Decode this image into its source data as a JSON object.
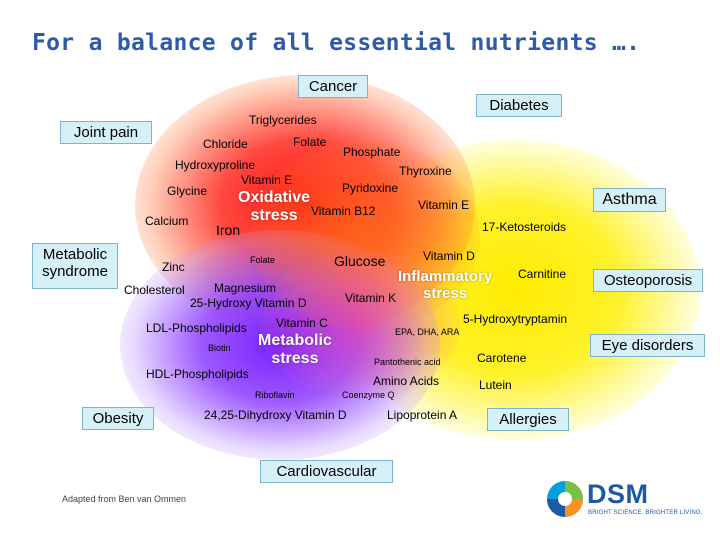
{
  "title": "For a balance of all essential nutrients ….",
  "credit": "Adapted from Ben van Ommen",
  "stresses": {
    "oxidative": [
      "Oxidative",
      "stress"
    ],
    "inflammatory": [
      "Inflammatory",
      "stress"
    ],
    "metabolic": [
      "Metabolic",
      "stress"
    ]
  },
  "conditions": {
    "cancer": "Cancer",
    "diabetes": "Diabetes",
    "joint_pain": "Joint pain",
    "asthma": "Asthma",
    "metabolic_syndrome": [
      "Metabolic",
      "syndrome"
    ],
    "osteoporosis": "Osteoporosis",
    "eye_disorders": "Eye disorders",
    "obesity": "Obesity",
    "allergies": "Allergies",
    "cardiovascular": "Cardiovascular"
  },
  "nutrients": {
    "triglycerides": "Triglycerides",
    "chloride": "Chloride",
    "folate_top": "Folate",
    "phosphate": "Phosphate",
    "hydroxyproline": "Hydroxyproline",
    "thyroxine": "Thyroxine",
    "vitamin_e_center": "Vitamin E",
    "pyridoxine": "Pyridoxine",
    "glycine": "Glycine",
    "vitamin_e_right": "Vitamin E",
    "vitamin_b12": "Vitamin B12",
    "calcium": "Calcium",
    "iron": "Iron",
    "ketosteroids": "17-Ketosteroids",
    "zinc": "Zinc",
    "folate_small": "Folate",
    "glucose": "Glucose",
    "vitamin_d": "Vitamin D",
    "carnitine": "Carnitine",
    "cholesterol": "Cholesterol",
    "magnesium": "Magnesium",
    "hydroxy_vit_d": "25-Hydroxy Vitamin D",
    "vitamin_k": "Vitamin K",
    "ldl": "LDL-Phospholipids",
    "vitamin_c": "Vitamin C",
    "htp": "5-Hydroxytryptamin",
    "epa": "EPA, DHA, ARA",
    "biotin": "Biotin",
    "carotene": "Carotene",
    "pantothenic": "Pantothenic acid",
    "hdl": "HDL-Phospholipids",
    "amino_acids": "Amino Acids",
    "lutein": "Lutein",
    "riboflavin": "Riboflavin",
    "coenzyme_q": "Coenzyme Q",
    "dihydroxy_vit_d": "24,25-Dihydroxy Vitamin D",
    "lipoprotein_a": "Lipoprotein A"
  },
  "logo": {
    "word": "DSM",
    "tagline": "BRIGHT SCIENCE. BRIGHTER LIVING.",
    "colors": [
      "#1d5aa6",
      "#7ac143",
      "#f7931e",
      "#00a0dc"
    ]
  }
}
